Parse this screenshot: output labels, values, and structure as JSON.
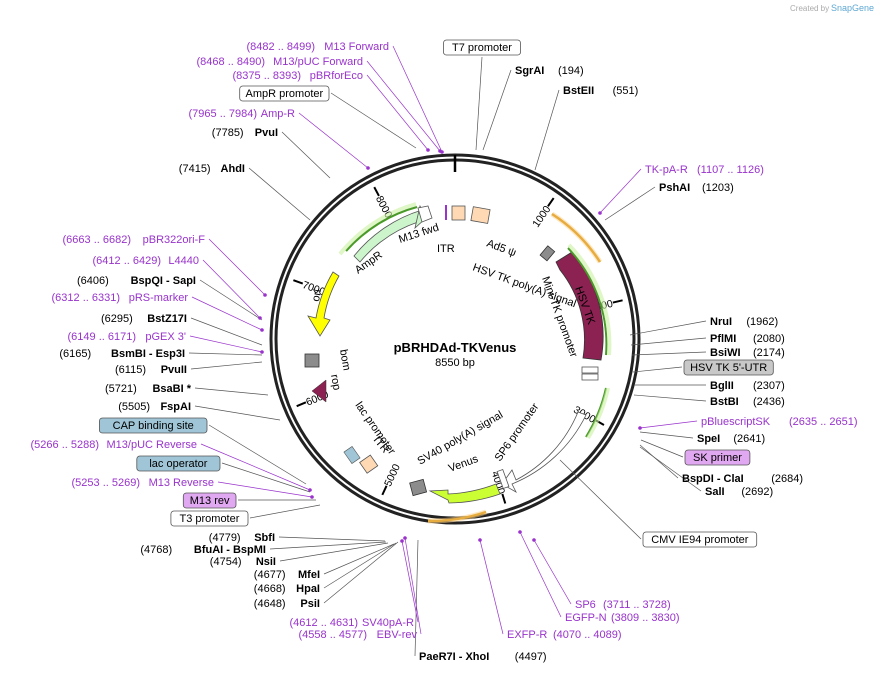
{
  "credit": {
    "prefix": "Created by",
    "brand": "SnapGene"
  },
  "plasmid": {
    "name": "pBRHDAd-TKVenus",
    "size": "8550 bp"
  },
  "ticks": [
    {
      "text": "1000",
      "angle": 35
    },
    {
      "text": "2000",
      "angle": 77
    },
    {
      "text": "3000",
      "angle": 120
    },
    {
      "text": "4000",
      "angle": 163
    },
    {
      "text": "5000",
      "angle": 205
    },
    {
      "text": "6000",
      "angle": 247
    },
    {
      "text": "7000",
      "angle": 290
    },
    {
      "text": "8000",
      "angle": 332
    }
  ],
  "site_labels": [
    {
      "name": "SgrAI",
      "pos": "(194)",
      "style": "enzyme"
    },
    {
      "name": "BstEII",
      "pos": "(551)",
      "style": "enzyme"
    },
    {
      "name": "TK-pA-R",
      "pos": "(1107 .. 1126)",
      "style": "primer"
    },
    {
      "name": "PshAI",
      "pos": "(1203)",
      "style": "enzyme"
    },
    {
      "name": "NruI",
      "pos": "(1962)",
      "style": "enzyme"
    },
    {
      "name": "PflMI",
      "pos": "(2080)",
      "style": "enzyme"
    },
    {
      "name": "BsiWI",
      "pos": "(2174)",
      "style": "enzyme"
    },
    {
      "name": "HSV TK 5'-UTR",
      "pos": "",
      "style": "box-gray"
    },
    {
      "name": "BglII",
      "pos": "(2307)",
      "style": "enzyme"
    },
    {
      "name": "BstBI",
      "pos": "(2436)",
      "style": "enzyme"
    },
    {
      "name": "pBluescriptSK",
      "pos": "(2635 .. 2651)",
      "style": "primer"
    },
    {
      "name": "SpeI",
      "pos": "(2641)",
      "style": "enzyme"
    },
    {
      "name": "SK primer",
      "pos": "",
      "style": "box-purple"
    },
    {
      "name": "BspDI - ClaI",
      "pos": "(2684)",
      "style": "enzyme"
    },
    {
      "name": "SalI",
      "pos": "(2692)",
      "style": "enzyme"
    },
    {
      "name": "CMV IE94 promoter",
      "pos": "",
      "style": "box-white"
    },
    {
      "name": "SP6",
      "pos": "(3711 .. 3728)",
      "style": "primer"
    },
    {
      "name": "EGFP-N",
      "pos": "(3809 .. 3830)",
      "style": "primer"
    },
    {
      "name": "EXFP-R",
      "pos": "(4070 .. 4089)",
      "style": "primer"
    },
    {
      "name": "PaeR7I - XhoI",
      "pos": "(4497)",
      "style": "enzyme"
    },
    {
      "name": "EBV-rev",
      "pos": "(4558 .. 4577)",
      "style": "primer"
    },
    {
      "name": "SV40pA-R",
      "pos": "(4612 .. 4631)",
      "style": "primer"
    },
    {
      "name": "PsiI",
      "pos": "(4648)",
      "style": "enzyme"
    },
    {
      "name": "HpaI",
      "pos": "(4668)",
      "style": "enzyme"
    },
    {
      "name": "MfeI",
      "pos": "(4677)",
      "style": "enzyme"
    },
    {
      "name": "NsiI",
      "pos": "(4754)",
      "style": "enzyme"
    },
    {
      "name": "BfuAI - BspMI",
      "pos": "(4768)",
      "style": "enzyme"
    },
    {
      "name": "SbfI",
      "pos": "(4779)",
      "style": "enzyme"
    },
    {
      "name": "T3 promoter",
      "pos": "",
      "style": "box-white"
    },
    {
      "name": "M13 rev",
      "pos": "",
      "style": "box-purple"
    },
    {
      "name": "M13 Reverse",
      "pos": "(5253 .. 5269)",
      "style": "primer"
    },
    {
      "name": "lac operator",
      "pos": "",
      "style": "box-teal"
    },
    {
      "name": "M13/pUC Reverse",
      "pos": "(5266 .. 5288)",
      "style": "primer"
    },
    {
      "name": "CAP binding site",
      "pos": "",
      "style": "box-teal"
    },
    {
      "name": "FspAI",
      "pos": "(5505)",
      "style": "enzyme"
    },
    {
      "name": "BsaBI *",
      "pos": "(5721)",
      "style": "enzyme"
    },
    {
      "name": "PvuII",
      "pos": "(6115)",
      "style": "enzyme"
    },
    {
      "name": "BsmBI - Esp3I",
      "pos": "(6165)",
      "style": "enzyme"
    },
    {
      "name": "pGEX 3'",
      "pos": "(6149 .. 6171)",
      "style": "primer"
    },
    {
      "name": "BstZ17I",
      "pos": "(6295)",
      "style": "enzyme"
    },
    {
      "name": "pRS-marker",
      "pos": "(6312 .. 6331)",
      "style": "primer"
    },
    {
      "name": "BspQI - SapI",
      "pos": "(6406)",
      "style": "enzyme"
    },
    {
      "name": "L4440",
      "pos": "(6412 .. 6429)",
      "style": "primer"
    },
    {
      "name": "pBR322ori-F",
      "pos": "(6663 .. 6682)",
      "style": "primer"
    },
    {
      "name": "AhdI",
      "pos": "(7415)",
      "style": "enzyme"
    },
    {
      "name": "PvuI",
      "pos": "(7785)",
      "style": "enzyme"
    },
    {
      "name": "Amp-R",
      "pos": "(7965 .. 7984)",
      "style": "primer"
    },
    {
      "name": "AmpR promoter",
      "pos": "",
      "style": "box-white"
    },
    {
      "name": "pBRforEco",
      "pos": "(8375 .. 8393)",
      "style": "primer"
    },
    {
      "name": "M13/pUC Forward",
      "pos": "(8468 .. 8490)",
      "style": "primer"
    },
    {
      "name": "M13 Forward",
      "pos": "(8482 .. 8499)",
      "style": "primer"
    },
    {
      "name": "T7 promoter",
      "pos": "",
      "style": "box-white"
    }
  ],
  "feature_labels": [
    {
      "text": "M13 fwd"
    },
    {
      "text": "ITR"
    },
    {
      "text": "Ad5 ψ"
    },
    {
      "text": "HSV TK poly(A) signal"
    },
    {
      "text": "Mini-TK promoter"
    },
    {
      "text": "HSV TK"
    },
    {
      "text": "AmpR"
    },
    {
      "text": "ori"
    },
    {
      "text": "bom"
    },
    {
      "text": "rop"
    },
    {
      "text": "lac promoter"
    },
    {
      "text": "ITR"
    },
    {
      "text": "SV40 poly(A) signal"
    },
    {
      "text": "SP6 promoter"
    },
    {
      "text": "Venus"
    }
  ],
  "colors": {
    "primer": "#9933cc",
    "enzyme": "#000000",
    "ampr": "#ccf5cc",
    "ori": "#ffff00",
    "hsvtk": "#8b2252",
    "venus": "#ccff33",
    "itr": "#ffd9b3",
    "rop": "#8b2252",
    "teal_box": "#9fc5d6",
    "purple_box": "#e0a8f0",
    "gray_box": "#c8c8c8"
  }
}
